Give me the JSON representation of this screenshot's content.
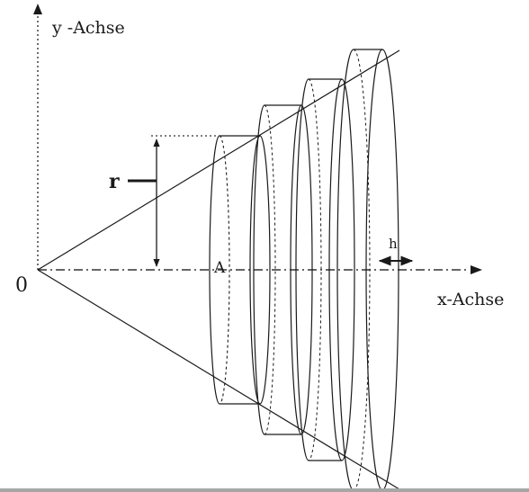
{
  "labels": {
    "y_axis": "y -Achse",
    "x_axis": "x-Achse",
    "origin": "0",
    "radius": "r",
    "area": "A",
    "thickness": "h"
  },
  "colors": {
    "ink": "#1a1a1a",
    "dashed": "#333333",
    "background": "#ffffff",
    "bottom_edge": "#a6a6a6"
  }
}
